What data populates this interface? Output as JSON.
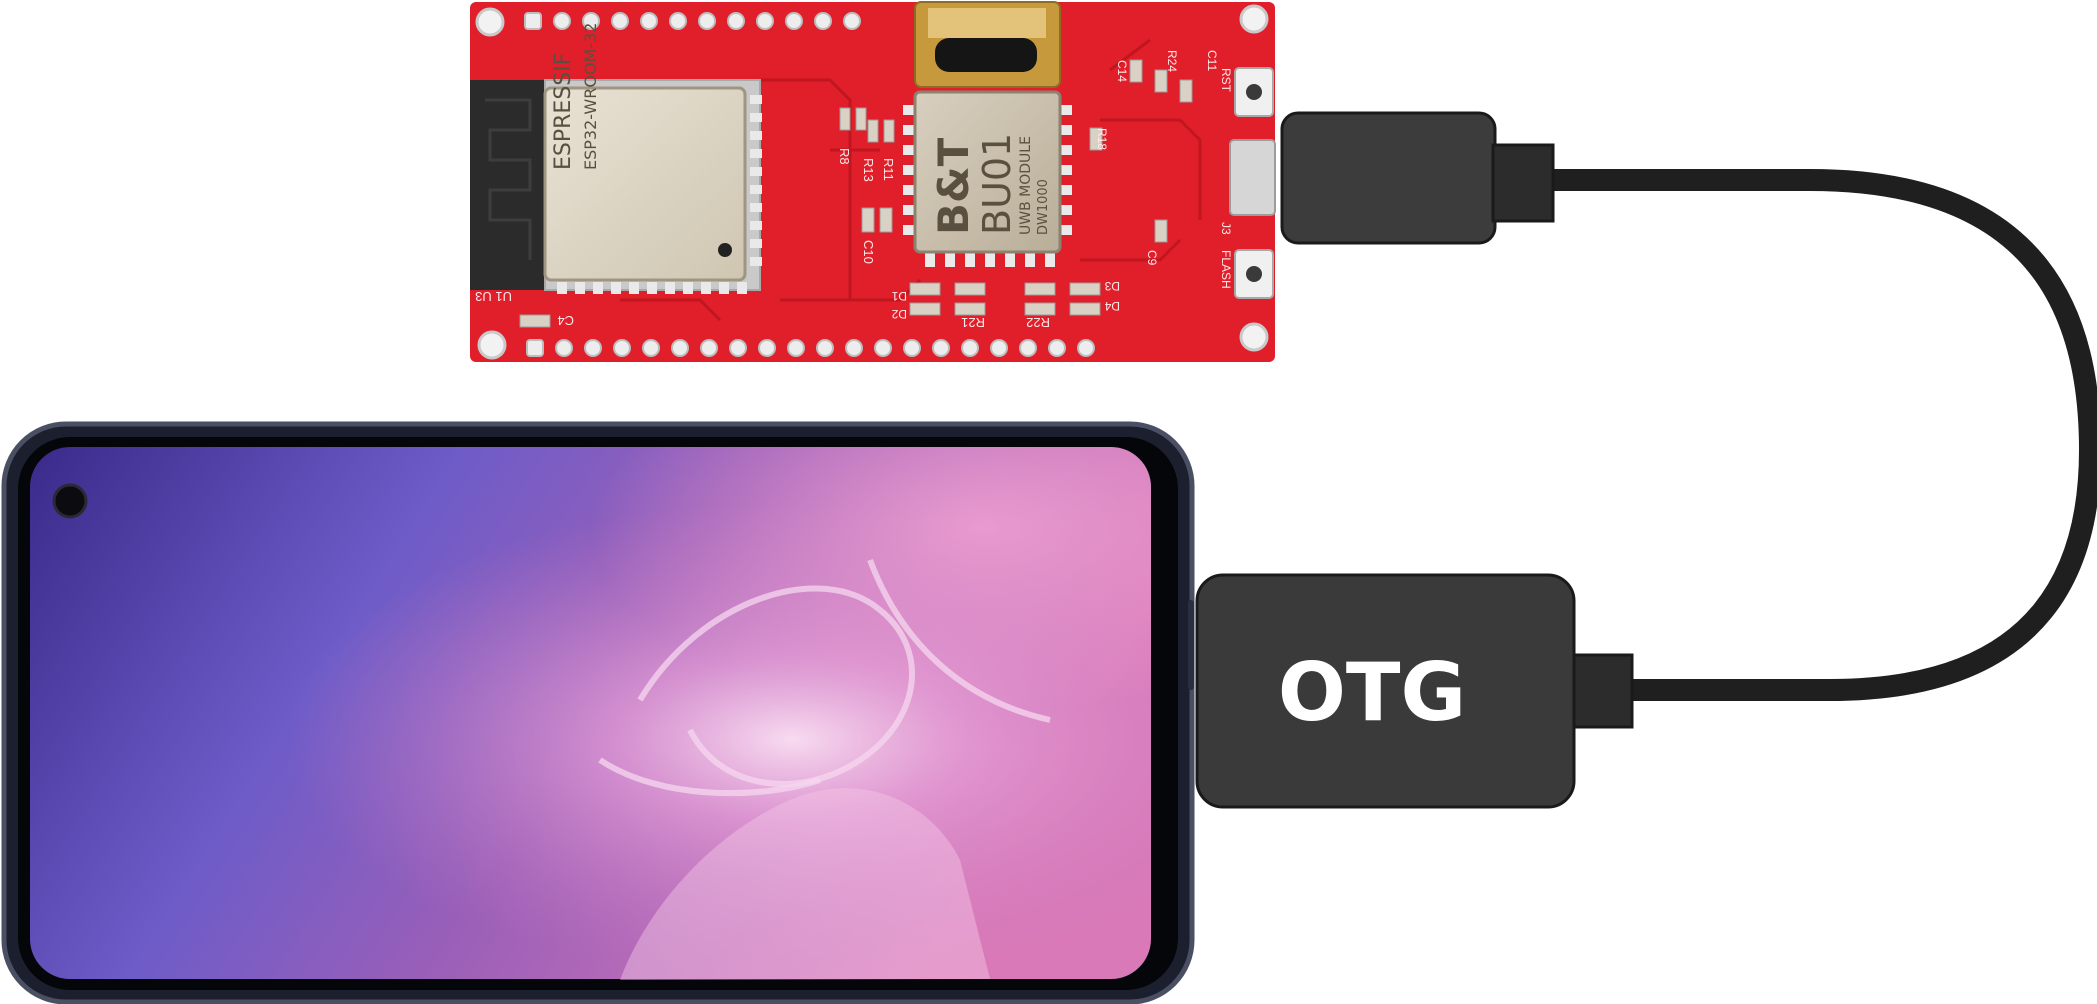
{
  "board": {
    "module": {
      "brand": "B&T",
      "model": "BU01",
      "line1": "UWB MODULE",
      "line2": "DW1000"
    },
    "wifi_module": {
      "line1": "ESPRESSIF",
      "line2": "ESP32-WROOM-32"
    },
    "silkscreen": {
      "u1u3": "U1 U3",
      "c4": "C4",
      "r8": "R8",
      "r13": "R13",
      "r11": "R11",
      "c10": "C10",
      "r21": "R21",
      "r22": "R22",
      "d1": "D1",
      "d2": "D2",
      "d3": "D3",
      "d4": "D4",
      "c14": "C14",
      "r18": "R18",
      "r24": "R24",
      "c11": "C11",
      "rst": "RST",
      "j3": "J3",
      "flash": "FLASH",
      "c9": "C9"
    }
  },
  "adapter": {
    "label": "OTG"
  },
  "colors": {
    "pcb": "#e01f2a",
    "cable": "#1f1f1f",
    "adapter": "#3a3a3a",
    "phone_frame": "#1c1f2e"
  }
}
